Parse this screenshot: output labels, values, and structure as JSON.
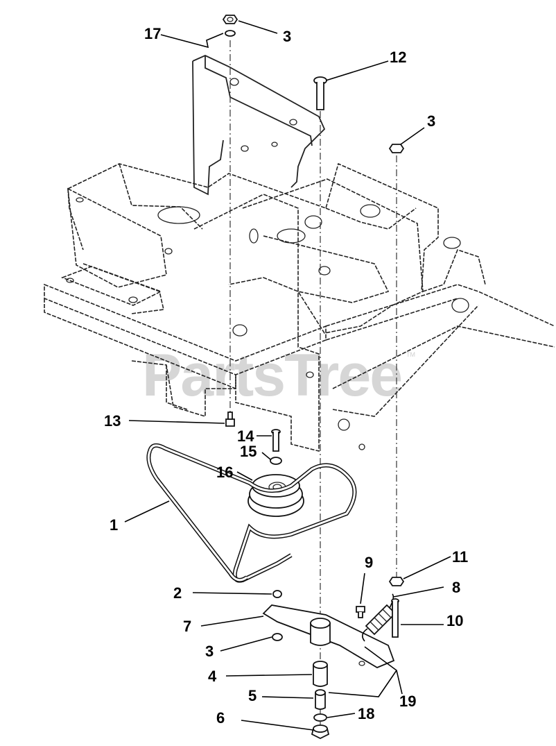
{
  "watermark": {
    "text": "PartsTree",
    "trademark": "TM"
  },
  "callouts": [
    {
      "id": "c17",
      "text": "17"
    },
    {
      "id": "c3a",
      "text": "3"
    },
    {
      "id": "c12",
      "text": "12"
    },
    {
      "id": "c3b",
      "text": "3"
    },
    {
      "id": "c13",
      "text": "13"
    },
    {
      "id": "c14",
      "text": "14"
    },
    {
      "id": "c15",
      "text": "15"
    },
    {
      "id": "c16",
      "text": "16"
    },
    {
      "id": "c1",
      "text": "1"
    },
    {
      "id": "c9",
      "text": "9"
    },
    {
      "id": "c11",
      "text": "11"
    },
    {
      "id": "c8",
      "text": "8"
    },
    {
      "id": "c2",
      "text": "2"
    },
    {
      "id": "c10",
      "text": "10"
    },
    {
      "id": "c7",
      "text": "7"
    },
    {
      "id": "c3c",
      "text": "3"
    },
    {
      "id": "c4",
      "text": "4"
    },
    {
      "id": "c19",
      "text": "19"
    },
    {
      "id": "c5",
      "text": "5"
    },
    {
      "id": "c18",
      "text": "18"
    },
    {
      "id": "c6",
      "text": "6"
    }
  ]
}
